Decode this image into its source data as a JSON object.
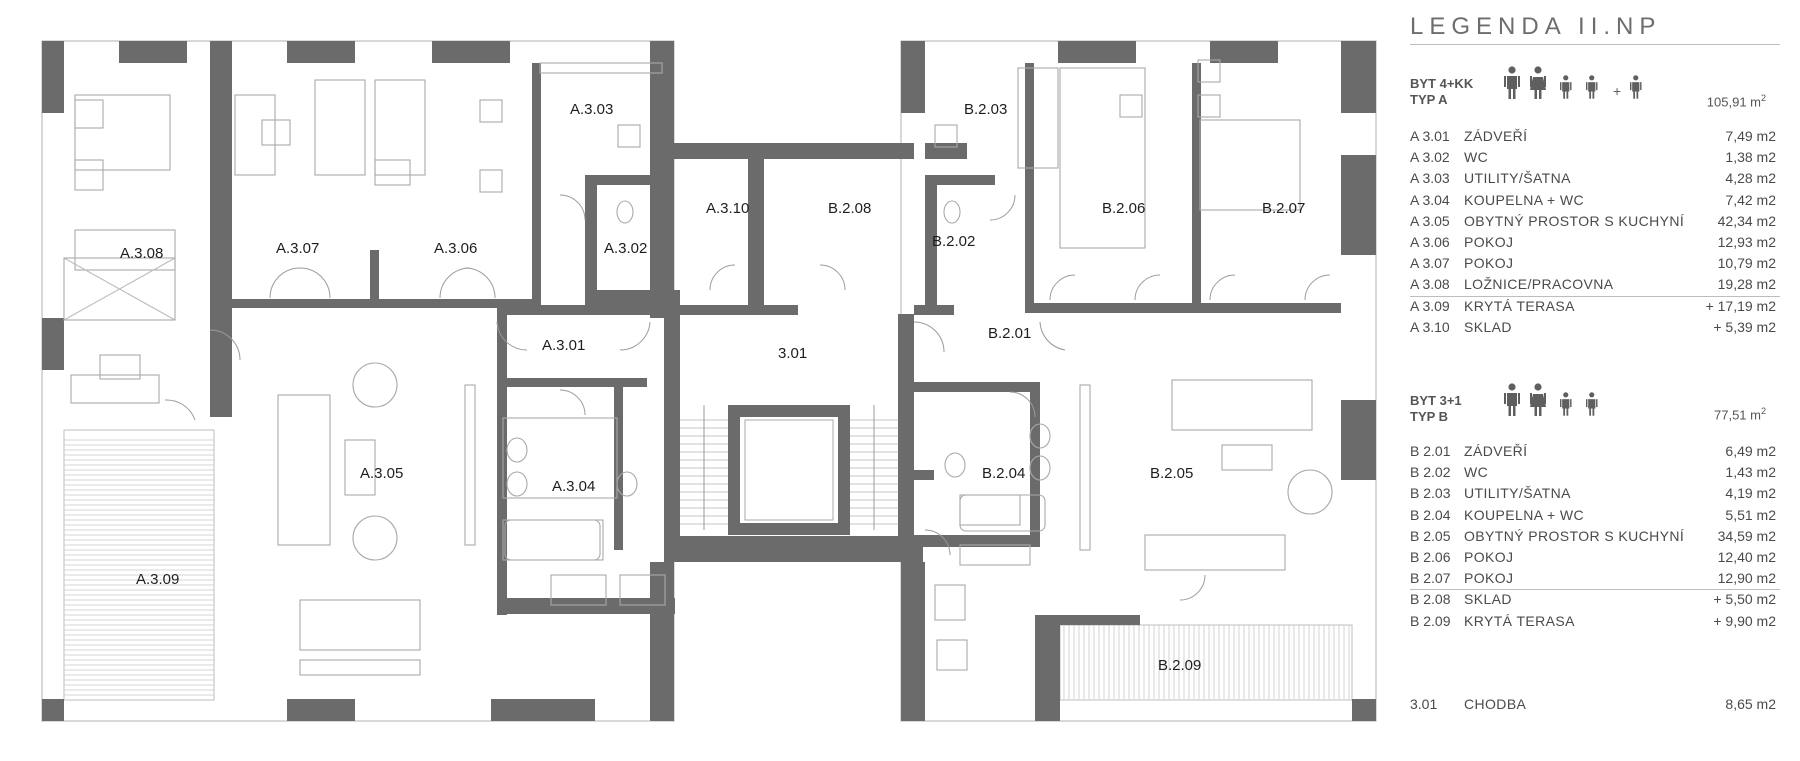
{
  "plan": {
    "rooms": [
      {
        "id": "A.3.08"
      },
      {
        "id": "A.3.07"
      },
      {
        "id": "A.3.06"
      },
      {
        "id": "A.3.03"
      },
      {
        "id": "A.3.10"
      },
      {
        "id": "A.3.02"
      },
      {
        "id": "A.3.01"
      },
      {
        "id": "A.3.05"
      },
      {
        "id": "A.3.04"
      },
      {
        "id": "A.3.09"
      },
      {
        "id": "3.01"
      },
      {
        "id": "B.2.08"
      },
      {
        "id": "B.2.03"
      },
      {
        "id": "B.2.02"
      },
      {
        "id": "B.2.06"
      },
      {
        "id": "B.2.07"
      },
      {
        "id": "B.2.01"
      },
      {
        "id": "B.2.04"
      },
      {
        "id": "B.2.05"
      },
      {
        "id": "B.2.09"
      }
    ],
    "colors": {
      "wall": "#6b6b6b",
      "line": "#bdbdbd",
      "icon": "#6b6b6b"
    }
  },
  "legend": {
    "title": "LEGENDA II.NP",
    "apartments": [
      {
        "line1": "BYT 4+KK",
        "line2": "TYP A",
        "area": "105,91 m",
        "area_sup": "2",
        "persons": {
          "adults": 2,
          "children": 2,
          "extra": 1
        },
        "plus": "+",
        "rooms": [
          {
            "code": "A 3.01",
            "name": "ZÁDVEŘÍ",
            "area": "7,49 m2"
          },
          {
            "code": "A 3.02",
            "name": "WC",
            "area": "1,38 m2"
          },
          {
            "code": "A 3.03",
            "name": "UTILITY/ŠATNA",
            "area": "4,28 m2"
          },
          {
            "code": "A 3.04",
            "name": "KOUPELNA + WC",
            "area": "7,42 m2"
          },
          {
            "code": "A 3.05",
            "name": "OBYTNÝ PROSTOR S KUCHYNÍ",
            "area": "42,34 m2"
          },
          {
            "code": "A 3.06",
            "name": "POKOJ",
            "area": "12,93 m2"
          },
          {
            "code": "A 3.07",
            "name": "POKOJ",
            "area": "10,79 m2"
          },
          {
            "code": "A 3.08",
            "name": "LOŽNICE/PRACOVNA",
            "area": "19,28 m2"
          }
        ],
        "extras": [
          {
            "code": "A 3.09",
            "name": "KRYTÁ TERASA",
            "area": "+ 17,19 m2"
          },
          {
            "code": "A 3.10",
            "name": "SKLAD",
            "area": "+ 5,39 m2"
          }
        ]
      },
      {
        "line1": "BYT 3+1",
        "line2": "TYP B",
        "area": "77,51 m",
        "area_sup": "2",
        "persons": {
          "adults": 2,
          "children": 2,
          "extra": 0
        },
        "plus": "",
        "rooms": [
          {
            "code": "B 2.01",
            "name": "ZÁDVEŘÍ",
            "area": "6,49 m2"
          },
          {
            "code": "B 2.02",
            "name": "WC",
            "area": "1,43 m2"
          },
          {
            "code": "B 2.03",
            "name": "UTILITY/ŠATNA",
            "area": "4,19 m2"
          },
          {
            "code": "B 2.04",
            "name": "KOUPELNA + WC",
            "area": "5,51 m2"
          },
          {
            "code": "B 2.05",
            "name": "OBYTNÝ PROSTOR S KUCHYNÍ",
            "area": "34,59 m2"
          },
          {
            "code": "B 2.06",
            "name": "POKOJ",
            "area": "12,40 m2"
          },
          {
            "code": "B 2.07",
            "name": "POKOJ",
            "area": "12,90 m2"
          }
        ],
        "extras": [
          {
            "code": "B 2.08",
            "name": "SKLAD",
            "area": "+ 5,50 m2"
          },
          {
            "code": "B 2.09",
            "name": "KRYTÁ TERASA",
            "area": "+ 9,90 m2"
          }
        ]
      }
    ],
    "common": [
      {
        "code": "3.01",
        "name": "CHODBA",
        "area": "8,65 m2"
      }
    ]
  }
}
